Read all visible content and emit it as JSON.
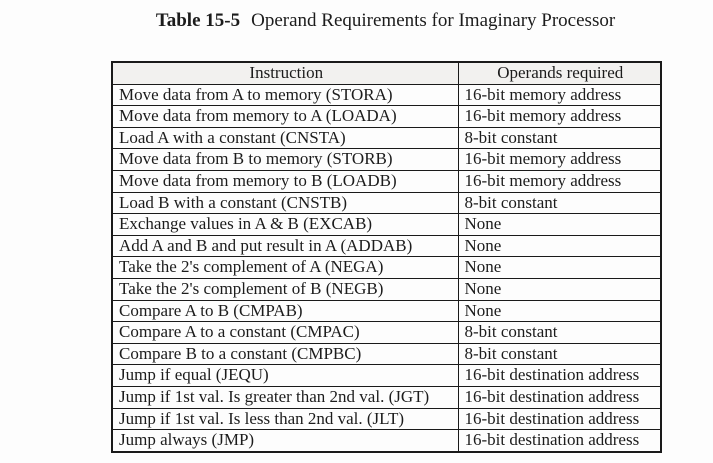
{
  "page": {
    "title_label": "Table 15-5",
    "title_text": "Operand Requirements for Imaginary Processor"
  },
  "table": {
    "columns": [
      "Instruction",
      "Operands required"
    ],
    "rows": [
      [
        "Move data from A to memory (STORA)",
        "16-bit memory address"
      ],
      [
        "Move data from memory to A (LOADA)",
        "16-bit memory address"
      ],
      [
        "Load A with a constant (CNSTA)",
        "8-bit constant"
      ],
      [
        "Move data from B to memory (STORB)",
        "16-bit memory address"
      ],
      [
        "Move data from memory to B (LOADB)",
        "16-bit memory address"
      ],
      [
        "Load B with a constant (CNSTB)",
        "8-bit constant"
      ],
      [
        "Exchange values in A & B (EXCAB)",
        "None"
      ],
      [
        "Add A and B and put result in A (ADDAB)",
        "None"
      ],
      [
        "Take the 2's complement of A (NEGA)",
        "None"
      ],
      [
        "Take the 2's complement of B (NEGB)",
        "None"
      ],
      [
        "Compare A to B (CMPAB)",
        "None"
      ],
      [
        "Compare A to a constant (CMPAC)",
        "8-bit constant"
      ],
      [
        "Compare B to a constant (CMPBC)",
        "8-bit constant"
      ],
      [
        "Jump if equal (JEQU)",
        "16-bit destination address"
      ],
      [
        "Jump if 1st val. Is greater than 2nd val. (JGT)",
        "16-bit destination address"
      ],
      [
        "Jump if 1st val. Is less than 2nd val. (JLT)",
        "16-bit destination address"
      ],
      [
        "Jump always (JMP)",
        "16-bit destination address"
      ]
    ]
  },
  "colors": {
    "background": "#fdfdfd",
    "text": "#1c1c1c",
    "border": "#1a1a1a",
    "header_bg": "#f2f1ef"
  }
}
